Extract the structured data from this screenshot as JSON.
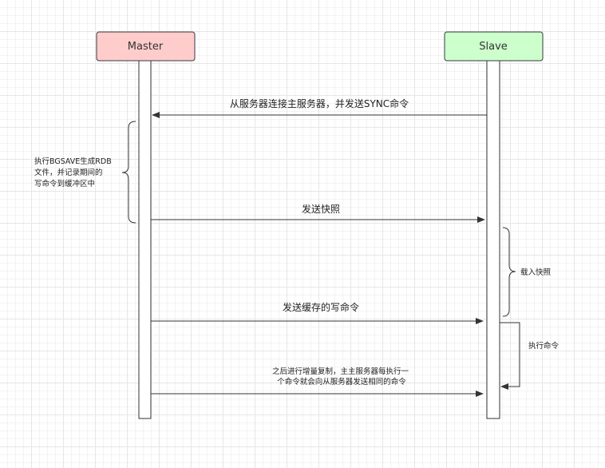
{
  "actors": {
    "master": {
      "label": "Master",
      "fill": "#ffcccc",
      "stroke": "#36393d"
    },
    "slave": {
      "label": "Slave",
      "fill": "#ccffcc",
      "stroke": "#36393d"
    }
  },
  "messages": {
    "sync": {
      "label": "从服务器连接主服务器，并发送SYNC命令"
    },
    "snapshot": {
      "label": "发送快照"
    },
    "buffered": {
      "label": "发送缓存的写命令"
    },
    "incremental": {
      "line1": "之后进行增量复制，主主服务器每执行一",
      "line2": "个命令就会向从服务器发送相同的命令"
    }
  },
  "notes": {
    "bgsave": {
      "line1": "执行BGSAVE生成RDB",
      "line2": "文件，并记录期间的",
      "line3": "写命令到缓冲区中"
    },
    "load": {
      "label": "载入快照"
    },
    "execute": {
      "label": "执行命令"
    }
  }
}
